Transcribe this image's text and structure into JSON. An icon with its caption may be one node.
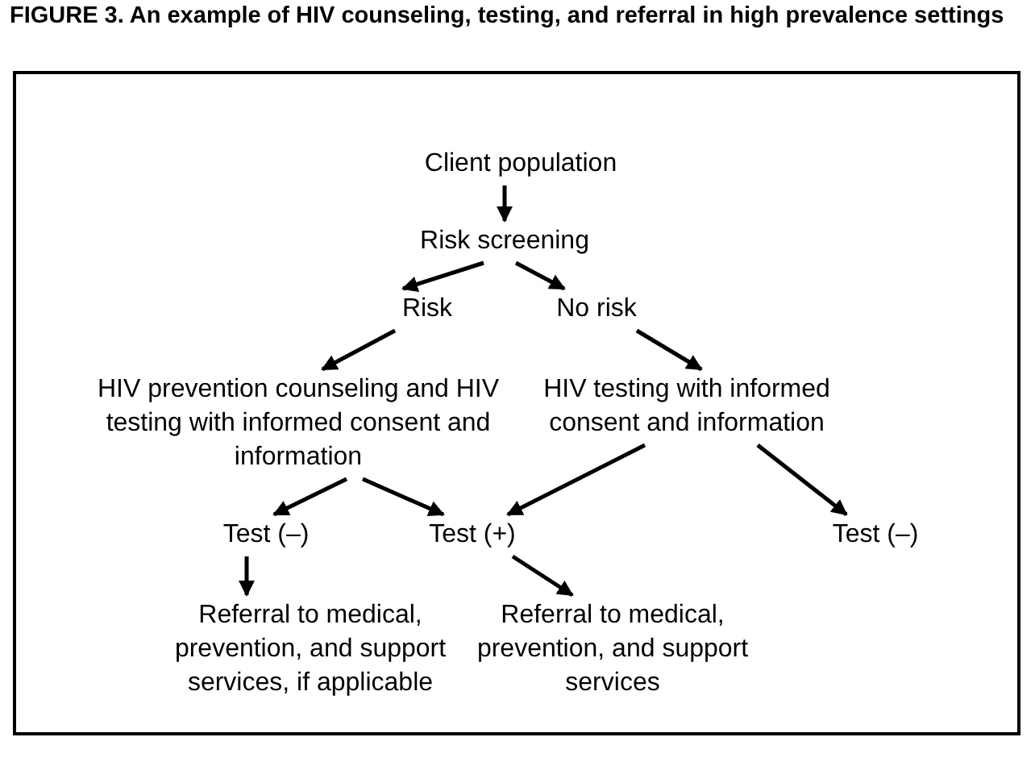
{
  "diagram": {
    "title": "FIGURE 3. An example of HIV counseling, testing, and referral in high prevalence settings",
    "nodes": [
      {
        "text": [
          "Client population"
        ]
      },
      {
        "text": [
          "Risk screening"
        ]
      },
      {
        "text": [
          "Risk"
        ]
      },
      {
        "text": [
          "No risk"
        ]
      },
      {
        "text": [
          "HIV prevention counseling and HIV testing with informed consent and information"
        ]
      },
      {
        "text": [
          "HIV testing with informed consent and information"
        ]
      },
      {
        "text": [
          "Test (–)"
        ]
      },
      {
        "text": [
          "Test (+)"
        ]
      },
      {
        "text": [
          "Test (–)"
        ]
      },
      {
        "text": [
          "Referral to medical, prevention, and support services, if applicable"
        ]
      },
      {
        "text": [
          "Referral to medical, prevention, and support services"
        ]
      }
    ],
    "edges": [
      {
        "from": 0,
        "to": 1,
        "arrow": "to"
      },
      {
        "from": 1,
        "to": 2,
        "arrow": "to"
      },
      {
        "from": 1,
        "to": 3,
        "arrow": "to"
      },
      {
        "from": 2,
        "to": 4,
        "arrow": "to"
      },
      {
        "from": 3,
        "to": 5,
        "arrow": "to"
      },
      {
        "from": 4,
        "to": 6,
        "arrow": "to"
      },
      {
        "from": 4,
        "to": 7,
        "arrow": "to"
      },
      {
        "from": 5,
        "to": 7,
        "arrow": "to"
      },
      {
        "from": 5,
        "to": 8,
        "arrow": "to"
      },
      {
        "from": 6,
        "to": 9,
        "arrow": "to"
      },
      {
        "from": 7,
        "to": 10,
        "arrow": "to"
      }
    ]
  }
}
